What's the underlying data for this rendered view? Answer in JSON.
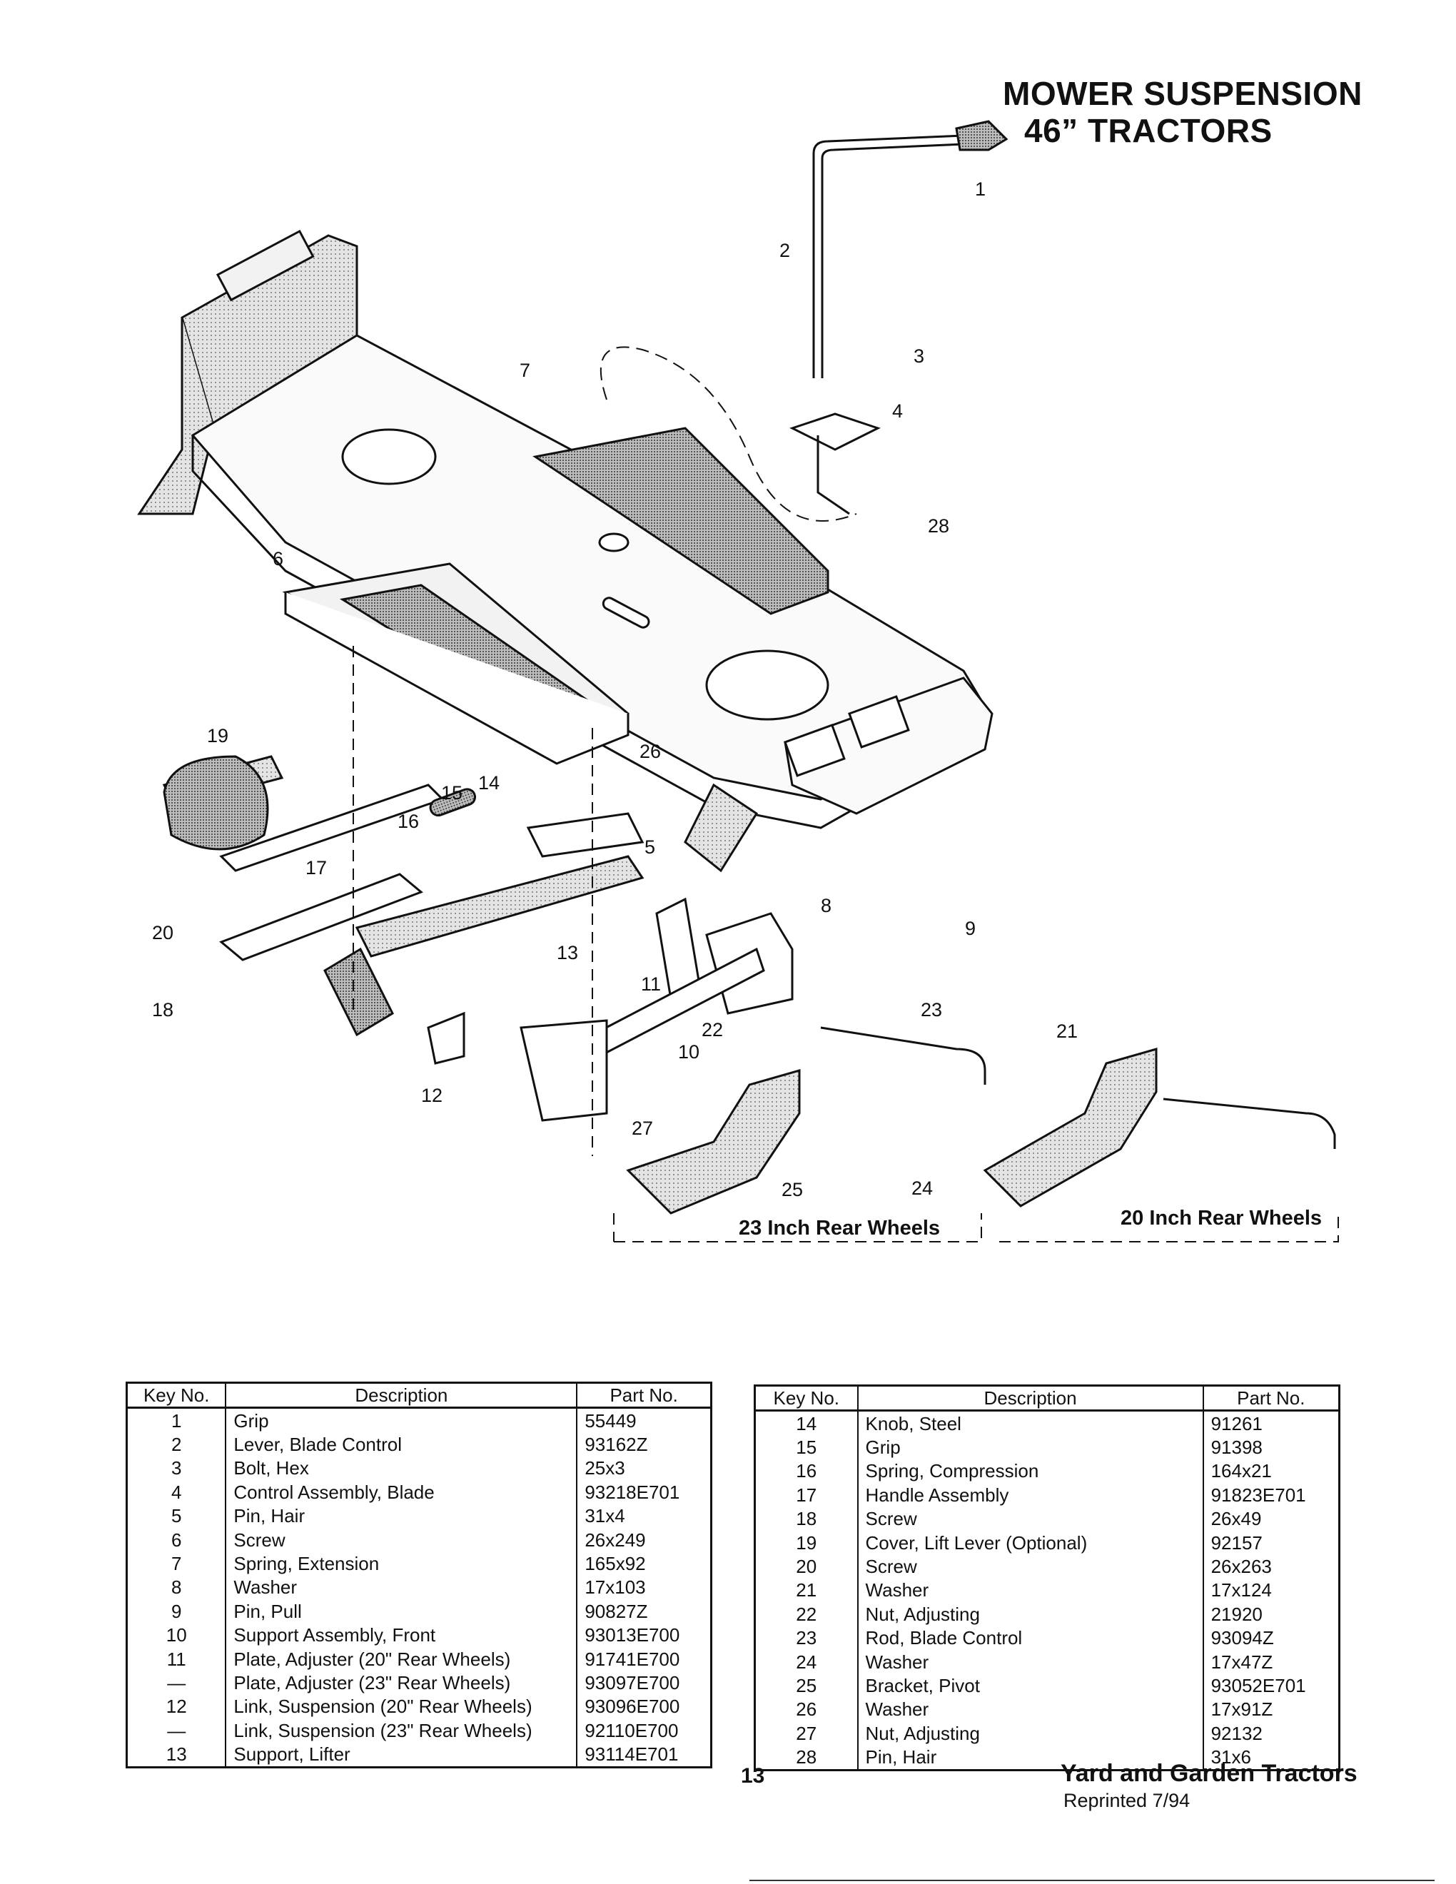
{
  "header": {
    "title_line1": "MOWER SUSPENSION",
    "title_line2": "46” TRACTORS"
  },
  "diagram": {
    "callouts": [
      "1",
      "2",
      "3",
      "4",
      "5",
      "6",
      "7",
      "8",
      "9",
      "10",
      "11",
      "12",
      "13",
      "14",
      "15",
      "16",
      "17",
      "18",
      "19",
      "20",
      "21",
      "22",
      "23",
      "24",
      "25",
      "26",
      "27",
      "28"
    ],
    "wheel_labels": {
      "rear_23": "23 Inch Rear Wheels",
      "rear_20": "20 Inch Rear Wheels"
    }
  },
  "parts_table_left": {
    "headers": [
      "Key No.",
      "Description",
      "Part No."
    ],
    "rows": [
      {
        "key": "1",
        "description": "Grip",
        "part": "55449"
      },
      {
        "key": "2",
        "description": "Lever, Blade Control",
        "part": "93162Z"
      },
      {
        "key": "3",
        "description": "Bolt, Hex",
        "part": "25x3"
      },
      {
        "key": "4",
        "description": "Control Assembly, Blade",
        "part": "93218E701"
      },
      {
        "key": "5",
        "description": "Pin, Hair",
        "part": "31x4"
      },
      {
        "key": "6",
        "description": "Screw",
        "part": "26x249"
      },
      {
        "key": "7",
        "description": "Spring, Extension",
        "part": "165x92"
      },
      {
        "key": "8",
        "description": "Washer",
        "part": "17x103"
      },
      {
        "key": "9",
        "description": "Pin, Pull",
        "part": "90827Z"
      },
      {
        "key": "10",
        "description": "Support Assembly, Front",
        "part": "93013E700"
      },
      {
        "key": "11",
        "description": "Plate, Adjuster (20\" Rear Wheels)",
        "part": "91741E700"
      },
      {
        "key": "—",
        "description": "Plate, Adjuster (23\" Rear Wheels)",
        "part": "93097E700"
      },
      {
        "key": "12",
        "description": "Link, Suspension (20\" Rear Wheels)",
        "part": "93096E700"
      },
      {
        "key": "—",
        "description": "Link, Suspension (23\" Rear Wheels)",
        "part": "92110E700"
      },
      {
        "key": "13",
        "description": "Support, Lifter",
        "part": "93114E701"
      }
    ]
  },
  "parts_table_right": {
    "headers": [
      "Key No.",
      "Description",
      "Part No."
    ],
    "rows": [
      {
        "key": "14",
        "description": "Knob, Steel",
        "part": "91261"
      },
      {
        "key": "15",
        "description": "Grip",
        "part": "91398"
      },
      {
        "key": "16",
        "description": "Spring, Compression",
        "part": "164x21"
      },
      {
        "key": "17",
        "description": "Handle Assembly",
        "part": "91823E701"
      },
      {
        "key": "18",
        "description": "Screw",
        "part": "26x49"
      },
      {
        "key": "19",
        "description": "Cover, Lift Lever (Optional)",
        "part": "92157"
      },
      {
        "key": "20",
        "description": "Screw",
        "part": "26x263"
      },
      {
        "key": "21",
        "description": "Washer",
        "part": "17x124"
      },
      {
        "key": "22",
        "description": "Nut, Adjusting",
        "part": "21920"
      },
      {
        "key": "23",
        "description": "Rod, Blade Control",
        "part": "93094Z"
      },
      {
        "key": "24",
        "description": "Washer",
        "part": "17x47Z"
      },
      {
        "key": "25",
        "description": "Bracket, Pivot",
        "part": "93052E701"
      },
      {
        "key": "26",
        "description": "Washer",
        "part": "17x91Z"
      },
      {
        "key": "27",
        "description": "Nut, Adjusting",
        "part": "92132"
      },
      {
        "key": "28",
        "description": "Pin, Hair",
        "part": "31x6"
      }
    ]
  },
  "footer": {
    "page_number": "13",
    "book_title": "Yard and Garden Tractors",
    "reprint": "Reprinted 7/94"
  }
}
